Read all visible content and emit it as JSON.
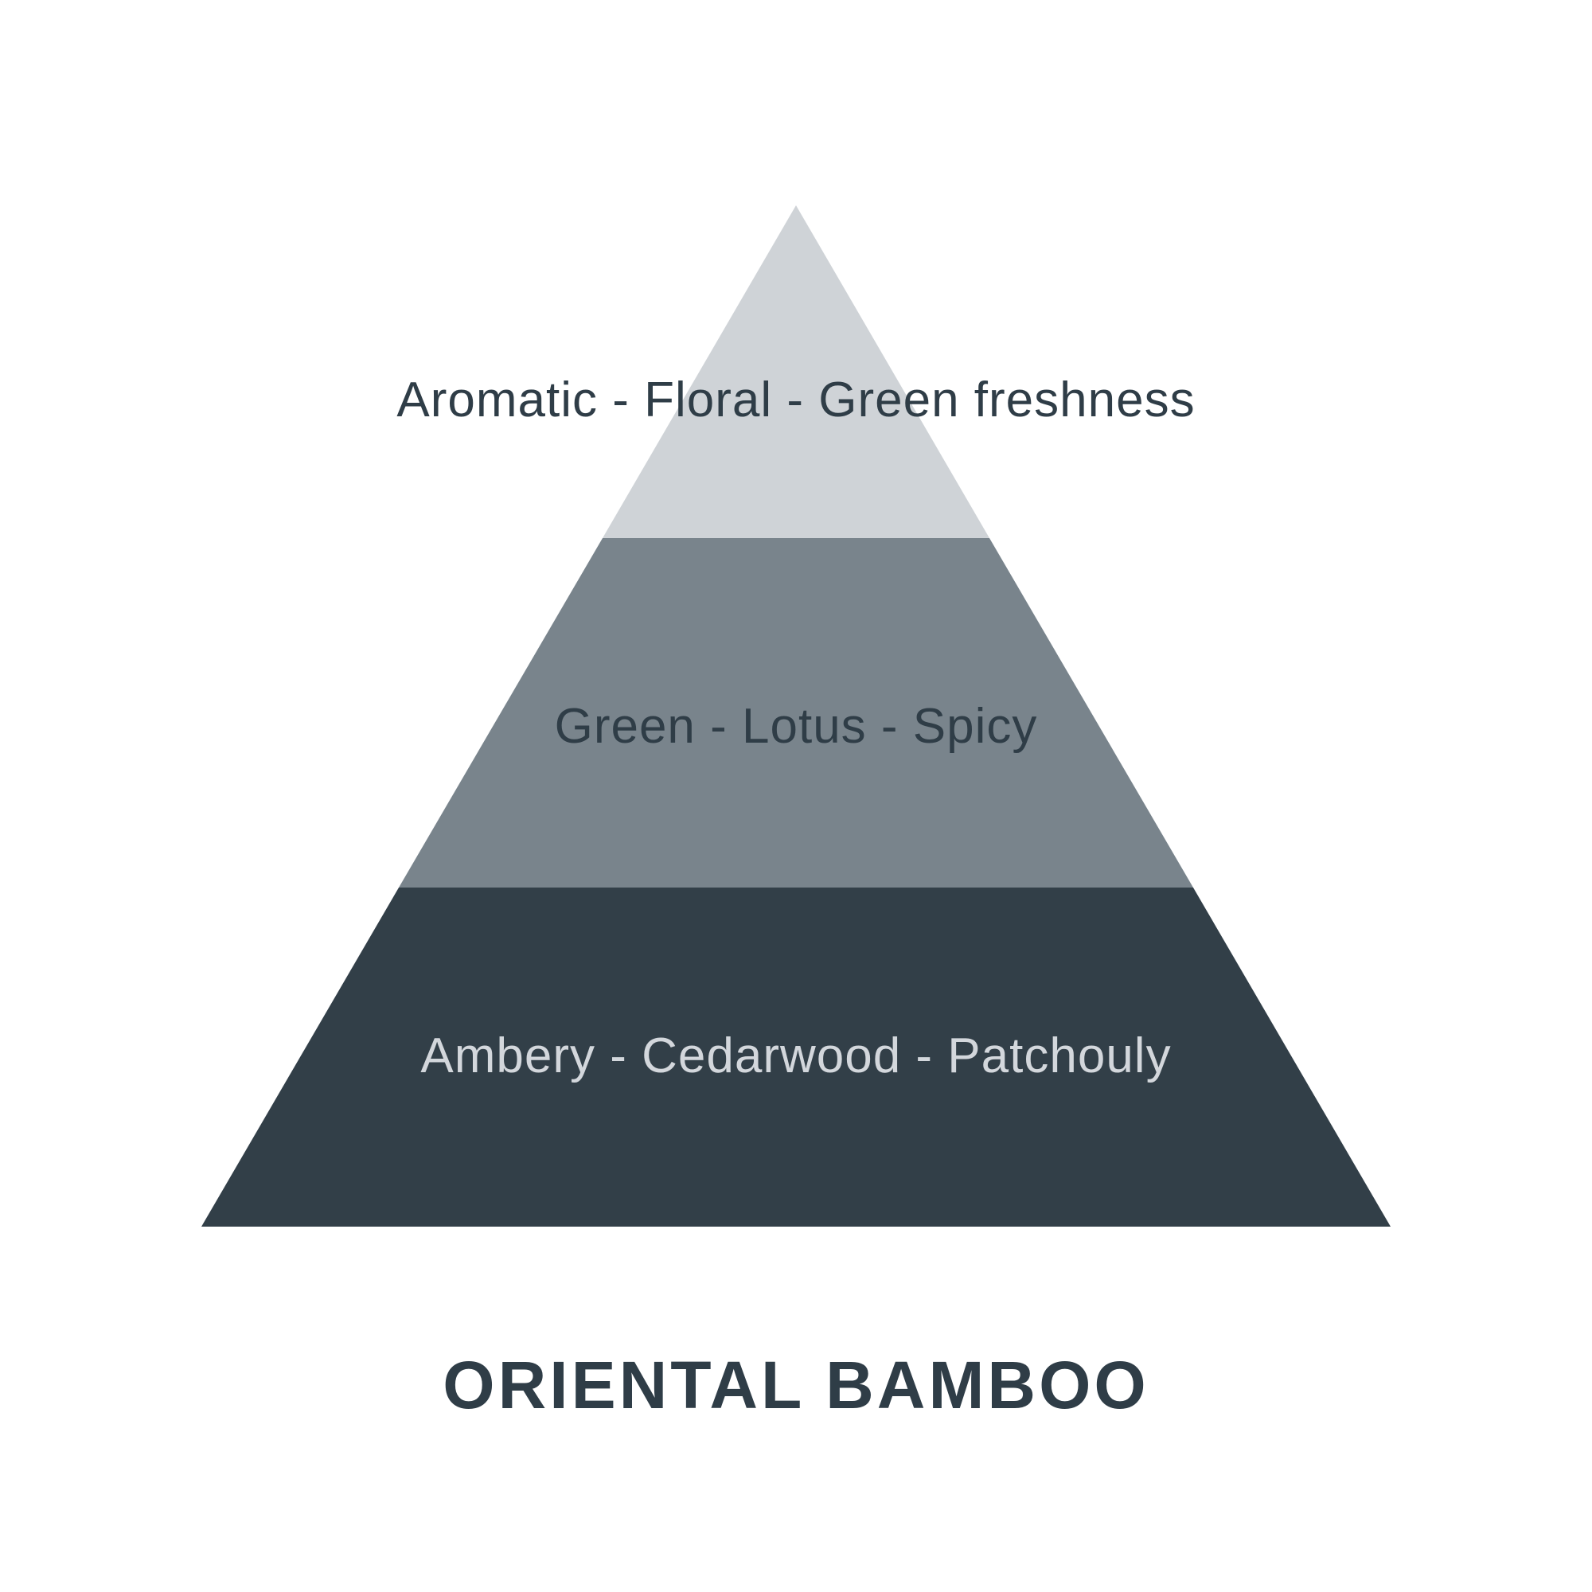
{
  "diagram": {
    "type": "fragrance-pyramid",
    "tiers": [
      {
        "position": "top",
        "label": "Aromatic - Floral - Green freshness",
        "fill": "#cfd3d7",
        "text_color": "#2f3d47"
      },
      {
        "position": "middle",
        "label": "Green - Lotus - Spicy",
        "fill": "#79848c",
        "text_color": "#2f3d47"
      },
      {
        "position": "base",
        "label": "Ambery - Cedarwood - Patchouly",
        "fill": "#323f48",
        "text_color": "#d3d7dc"
      }
    ],
    "title": "ORIENTAL BAMBOO",
    "title_color": "#2f3d47",
    "background": "#ffffff"
  }
}
